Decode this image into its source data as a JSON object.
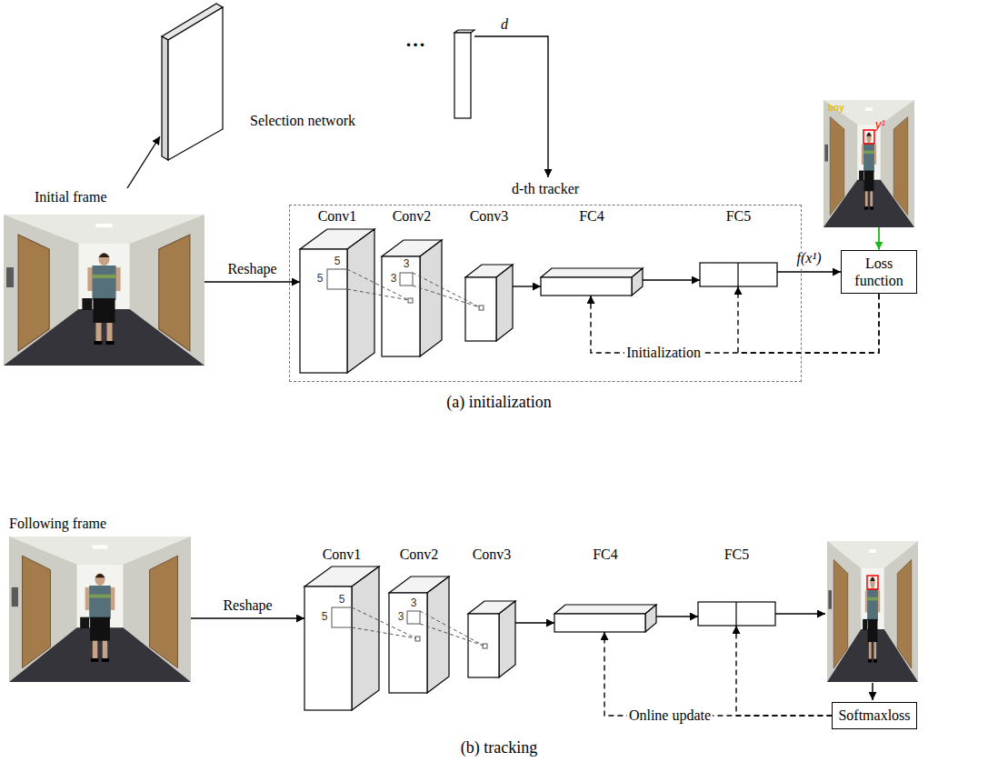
{
  "diagram": {
    "nodes": [
      {
        "text": [
          "Initial frame"
        ]
      },
      {
        "text": [
          "Selection network"
        ]
      },
      {
        "text": [
          "d-th tracker"
        ]
      },
      {
        "text": [
          "Conv1"
        ],
        "in": 2
      },
      {
        "text": [
          "Conv2"
        ],
        "in": 2
      },
      {
        "text": [
          "Conv3"
        ],
        "in": 2
      },
      {
        "text": [
          "FC4"
        ],
        "in": 2
      },
      {
        "text": [
          "FC5"
        ],
        "in": 2
      },
      {
        "text": [
          "boy",
          "y¹"
        ]
      },
      {
        "text": [
          "Loss function"
        ]
      },
      {
        "text": [
          "Following frame"
        ]
      },
      {
        "text": [
          "Conv1"
        ]
      },
      {
        "text": [
          "Conv2"
        ]
      },
      {
        "text": [
          "Conv3"
        ]
      },
      {
        "text": [
          "FC4"
        ]
      },
      {
        "text": [
          "FC5"
        ]
      },
      {
        "text": [
          "Softmaxloss"
        ]
      }
    ],
    "edges": [
      {
        "from": 0,
        "to": 1,
        "arrow": "to"
      },
      {
        "from": 1,
        "to": 2,
        "label": "d",
        "arrow": "to"
      },
      {
        "from": 0,
        "to": 3,
        "label": "Reshape",
        "arrow": "to"
      },
      {
        "from": 5,
        "to": 6,
        "arrow": "to"
      },
      {
        "from": 6,
        "to": 7,
        "arrow": "to"
      },
      {
        "from": 7,
        "to": 9,
        "label": "f(x¹)",
        "arrow": "to"
      },
      {
        "from": 8,
        "to": 9,
        "arrow": "to"
      },
      {
        "from": 9,
        "to": 6,
        "label": "Initialization",
        "arrow": "to"
      },
      {
        "from": 9,
        "to": 7,
        "arrow": "to"
      },
      {
        "from": 10,
        "to": 11,
        "label": "Reshape",
        "arrow": "to"
      },
      {
        "from": 13,
        "to": 14,
        "arrow": "to"
      },
      {
        "from": 14,
        "to": 15,
        "arrow": "to"
      },
      {
        "from": 16,
        "to": 14,
        "label": "Online update",
        "arrow": "to"
      },
      {
        "from": 16,
        "to": 15,
        "arrow": "to"
      }
    ],
    "labels": [
      "...",
      "5",
      "5",
      "3",
      "3",
      "(a) initialization",
      "5",
      "5",
      "3",
      "3",
      "(b) tracking"
    ]
  }
}
